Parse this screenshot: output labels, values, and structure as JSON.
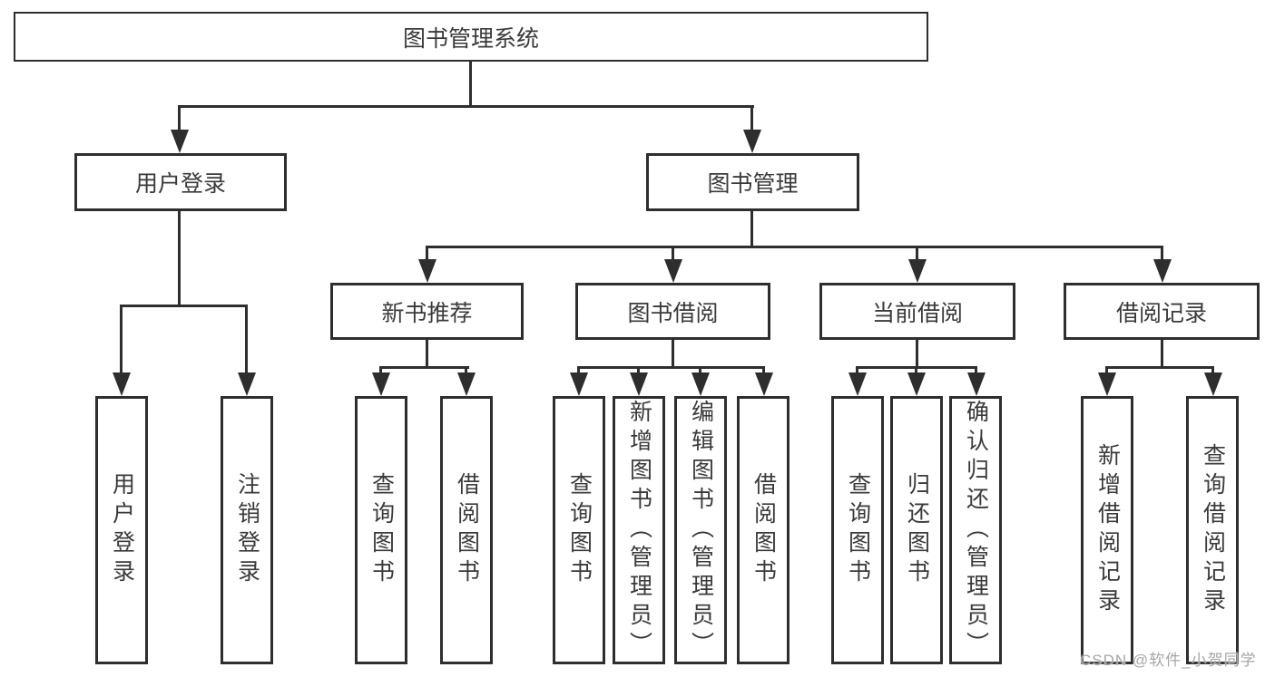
{
  "tree": {
    "root": "图书管理系统",
    "login": {
      "label": "用户登录",
      "children": [
        "用户登录",
        "注销登录"
      ]
    },
    "mgmt": {
      "label": "图书管理",
      "groups": [
        {
          "label": "新书推荐",
          "children": [
            "查询图书",
            "借阅图书"
          ]
        },
        {
          "label": "图书借阅",
          "children": [
            "查询图书",
            "新增图书（管理员）",
            "编辑图书（管理员）",
            "借阅图书"
          ]
        },
        {
          "label": "当前借阅",
          "children": [
            "查询图书",
            "归还图书",
            "确认归还（管理员）"
          ]
        },
        {
          "label": "借阅记录",
          "children": [
            "新增借阅记录",
            "查询借阅记录"
          ]
        }
      ]
    }
  },
  "watermark": {
    "text": "CSDN @软件_小贺同学"
  },
  "colors": {
    "line": "#2e2e2e",
    "text": "#3a3a3a",
    "watermark": "#a6a6a6",
    "background": "#ffffff"
  }
}
